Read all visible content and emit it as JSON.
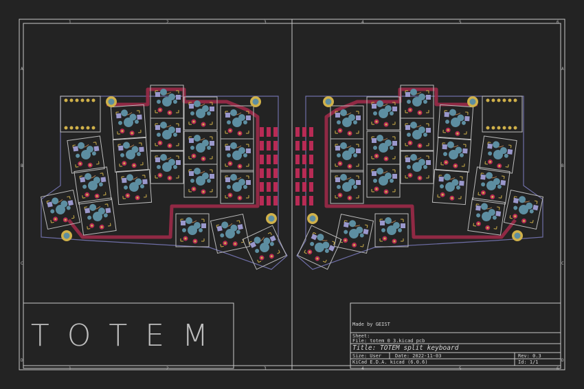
{
  "logo_text": "TOTEM",
  "title_block": {
    "made_by": "Made by GEIST",
    "sheet": "Sheet:",
    "file": "File: totem_0_3.kicad_pcb",
    "title": "Title: TOTEM split keyboard",
    "size": "Size: User",
    "date": "Date: 2022-11-03",
    "rev": "Rev: 0.3",
    "kicad": "KiCad E.D.A.  kicad (6.0.6)",
    "id": "Id: 1/1"
  },
  "border": {
    "columns": [
      "1",
      "2",
      "3",
      "4",
      "5",
      "6"
    ],
    "rows": [
      "A",
      "B",
      "C",
      "D"
    ]
  },
  "colors": {
    "background": "#232323",
    "frame": "#c8c8c8",
    "copper_front": "#9c2a48",
    "copper_back": "#5e5e9a",
    "pad": "#5d8ea1",
    "courtyard": "#bcbcbc",
    "silk": "#d0b14a"
  }
}
